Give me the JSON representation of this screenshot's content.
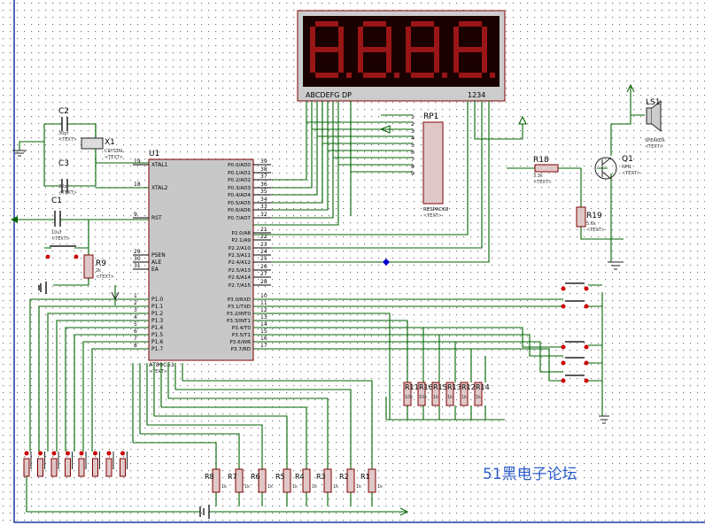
{
  "canvas": {
    "background": "#ffffff",
    "grid_dot": "#777777",
    "border": "#1c3aa0",
    "wire": "#006400",
    "part_fill": "#c8c8c8",
    "part_edge": "#800000",
    "display_bg": "#1a0000",
    "segment_on": "#9a1515",
    "segment_off": "#3a0505"
  },
  "display": {
    "left_label": "ABCDEFG  DP",
    "right_label": "1234",
    "digits": [
      "8.",
      "8.",
      "8.",
      "8."
    ]
  },
  "mcu": {
    "ref": "U1",
    "part": "AT89C51",
    "text": "<TEXT>",
    "left_pins": [
      {
        "num": "19",
        "name": "XTAL1"
      },
      {
        "num": "18",
        "name": "XTAL2"
      },
      {
        "num": "9",
        "name": "RST"
      },
      {
        "num": "29",
        "name": "PSEN"
      },
      {
        "num": "30",
        "name": "ALE"
      },
      {
        "num": "31",
        "name": "EA"
      },
      {
        "num": "1",
        "name": "P1.0"
      },
      {
        "num": "2",
        "name": "P1.1"
      },
      {
        "num": "3",
        "name": "P1.2"
      },
      {
        "num": "4",
        "name": "P1.3"
      },
      {
        "num": "5",
        "name": "P1.4"
      },
      {
        "num": "6",
        "name": "P1.5"
      },
      {
        "num": "7",
        "name": "P1.6"
      },
      {
        "num": "8",
        "name": "P1.7"
      }
    ],
    "right_pins": [
      {
        "num": "39",
        "name": "P0.0/AD0"
      },
      {
        "num": "38",
        "name": "P0.1/AD1"
      },
      {
        "num": "37",
        "name": "P0.2/AD2"
      },
      {
        "num": "36",
        "name": "P0.3/AD3"
      },
      {
        "num": "35",
        "name": "P0.4/AD4"
      },
      {
        "num": "34",
        "name": "P0.5/AD5"
      },
      {
        "num": "33",
        "name": "P0.6/AD6"
      },
      {
        "num": "32",
        "name": "P0.7/AD7"
      },
      {
        "num": "21",
        "name": "P2.0/A8"
      },
      {
        "num": "22",
        "name": "P2.1/A9"
      },
      {
        "num": "23",
        "name": "P2.2/A10"
      },
      {
        "num": "24",
        "name": "P2.3/A11"
      },
      {
        "num": "25",
        "name": "P2.4/A12"
      },
      {
        "num": "26",
        "name": "P2.5/A13"
      },
      {
        "num": "27",
        "name": "P2.6/A14"
      },
      {
        "num": "28",
        "name": "P2.7/A15"
      },
      {
        "num": "10",
        "name": "P3.0/RXD"
      },
      {
        "num": "11",
        "name": "P3.1/TXD"
      },
      {
        "num": "12",
        "name": "P3.2/INT0"
      },
      {
        "num": "13",
        "name": "P3.3/INT1"
      },
      {
        "num": "14",
        "name": "P3.4/T0"
      },
      {
        "num": "15",
        "name": "P3.5/T1"
      },
      {
        "num": "16",
        "name": "P3.6/WR"
      },
      {
        "num": "17",
        "name": "P3.7/RD"
      }
    ]
  },
  "crystal": {
    "ref": "X1",
    "value": "CRYSTAL",
    "text": "<TEXT>"
  },
  "caps": [
    {
      "ref": "C2",
      "value": "30pf",
      "text": "<TEXT>"
    },
    {
      "ref": "C3",
      "value": "30pf",
      "text": "<TEXT>"
    },
    {
      "ref": "C1",
      "value": "10uf",
      "text": "<TEXT>"
    }
  ],
  "r9": {
    "ref": "R9",
    "value": "2k",
    "text": "<TEXT>"
  },
  "rp1": {
    "ref": "RP1",
    "part": "RESPACK8",
    "text": "<TEXT>",
    "pins": [
      "1",
      "2",
      "3",
      "4",
      "5",
      "6",
      "7",
      "8",
      "9"
    ]
  },
  "r18": {
    "ref": "R18",
    "value": "3.3k",
    "text": "<TEXT>"
  },
  "r19": {
    "ref": "R19",
    "value": "5.6k",
    "text": "<TEXT>"
  },
  "q1": {
    "ref": "Q1",
    "part": "NPN",
    "text": "<TEXT>"
  },
  "ls1": {
    "ref": "LS1",
    "part": "SPEAKER",
    "text": "<TEXT>"
  },
  "top_resistors": [
    {
      "ref": "R11",
      "value": "10k"
    },
    {
      "ref": "R16",
      "value": "10k"
    },
    {
      "ref": "R15",
      "value": "1k"
    },
    {
      "ref": "R13",
      "value": "1k"
    },
    {
      "ref": "R12",
      "value": "1k"
    },
    {
      "ref": "R14",
      "value": "1k"
    }
  ],
  "bottom_resistors": [
    {
      "ref": "R8",
      "value": "1k"
    },
    {
      "ref": "R7",
      "value": "1k"
    },
    {
      "ref": "R6",
      "value": "1k"
    },
    {
      "ref": "R5",
      "value": "1k"
    },
    {
      "ref": "R4",
      "value": "1k"
    },
    {
      "ref": "R3",
      "value": "1k"
    },
    {
      "ref": "R2",
      "value": "1k"
    },
    {
      "ref": "R1",
      "value": "1k"
    }
  ],
  "watermark": "51黑电子论坛"
}
